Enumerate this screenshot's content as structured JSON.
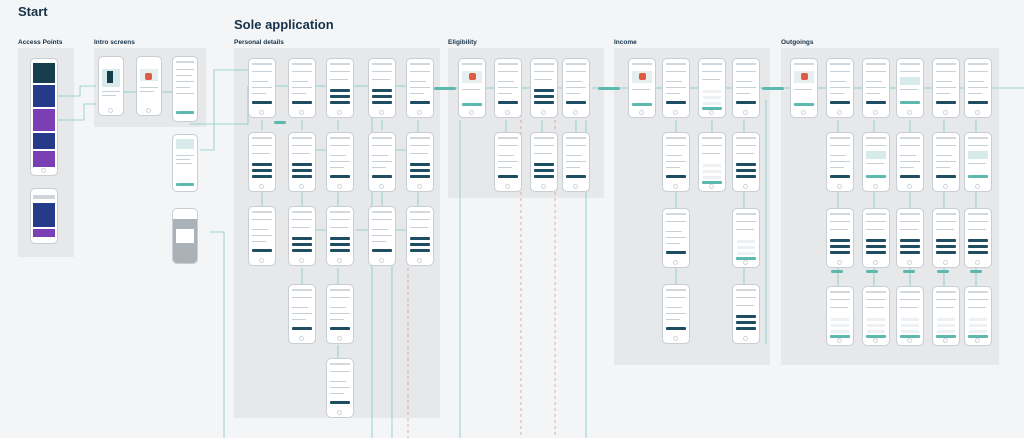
{
  "titles": {
    "start": "Start",
    "sole_application": "Sole application"
  },
  "sections": {
    "access_points": "Access Points",
    "intro_screens": "Intro screens",
    "personal_details": "Personal details",
    "eligibility": "Eligibility",
    "income": "Income",
    "outgoings": "Outgoings"
  },
  "colors": {
    "heading": "#16324a",
    "accent": "#5bb9ad",
    "dark_button": "#1f4e63",
    "access_tile_purple": "#7b3fb5",
    "access_tile_navy": "#263a8a",
    "connector_red": "#e57373",
    "panel": "#e6e8ea",
    "background": "#f4f5f6"
  }
}
